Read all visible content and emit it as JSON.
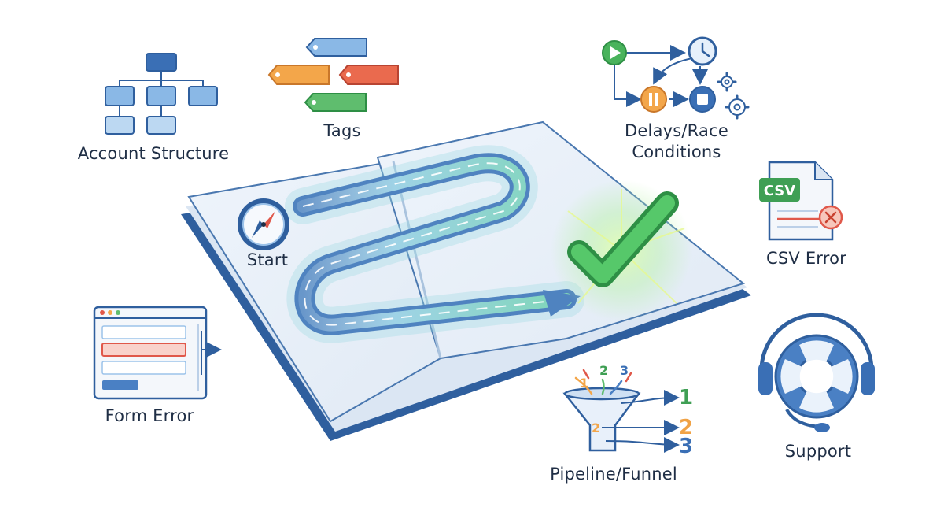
{
  "labels": {
    "account_structure": "Account Structure",
    "tags": "Tags",
    "delays_line1": "Delays/Race",
    "delays_line2": "Conditions",
    "csv_error": "CSV Error",
    "start": "Start",
    "form_error": "Form Error",
    "support": "Support",
    "pipeline_funnel": "Pipeline/Funnel"
  },
  "badges": {
    "csv": "CSV"
  },
  "funnel_numbers": {
    "in_1": "1",
    "in_2": "2",
    "in_3": "3",
    "mid_2": "2",
    "out_1": "1",
    "out_2": "2",
    "out_3": "3"
  },
  "colors": {
    "blue_dark": "#2f5f9e",
    "blue_light": "#9cc3ea",
    "green": "#3fae5a",
    "orange": "#f0a245",
    "red": "#e0584a",
    "teal_glow": "#7fd6cf"
  },
  "icons": {
    "account_structure": "org-chart-icon",
    "tags": "tags-icon",
    "delays": "flow-clock-icon",
    "csv": "csv-file-error-icon",
    "start": "compass-icon",
    "form": "form-window-icon",
    "support": "lifebuoy-headset-icon",
    "funnel": "funnel-icon",
    "success": "checkmark-icon"
  }
}
